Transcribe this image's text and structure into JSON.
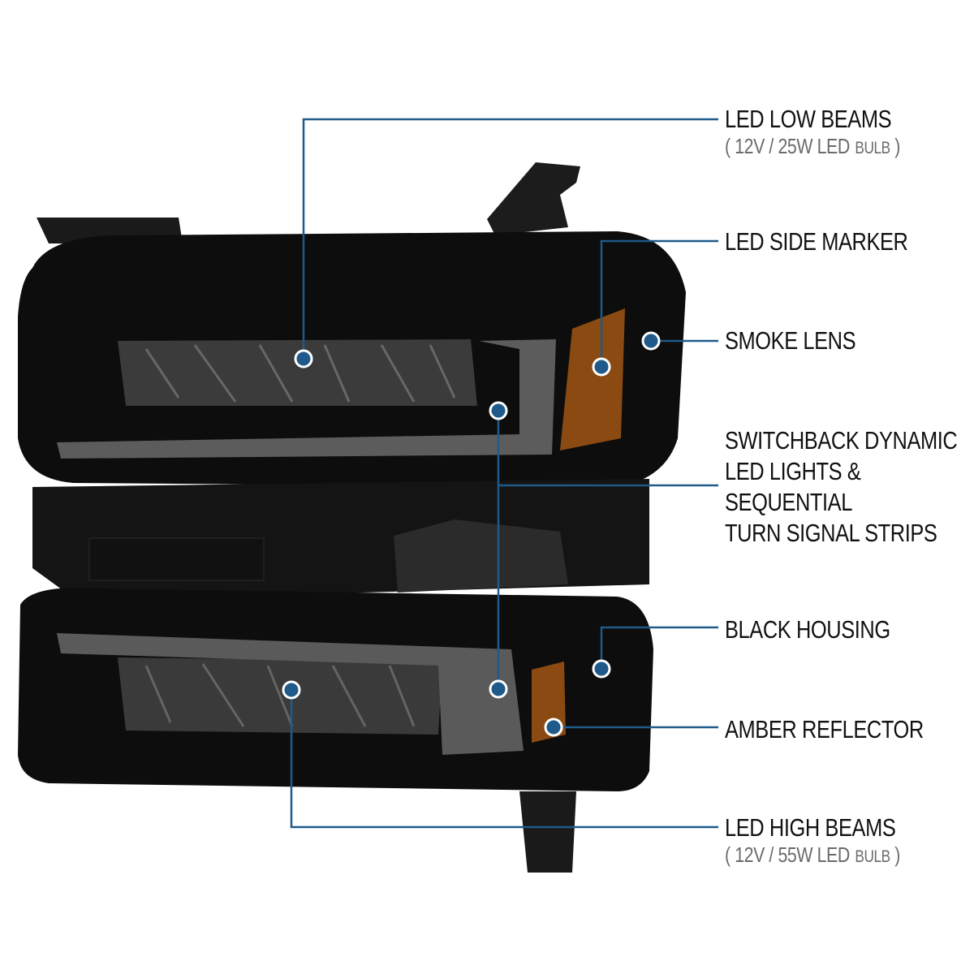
{
  "colors": {
    "callout_line": "#1f5a8a",
    "dot": "#1f5a8a",
    "housing": "#0d0d0d",
    "amber": "#8a4a12"
  },
  "callouts": [
    {
      "title": "LED LOW BEAMS",
      "spec_main": "12V / 25W LED",
      "spec_unit": "BULB"
    },
    {
      "title": "LED SIDE MARKER"
    },
    {
      "title": "SMOKE LENS"
    },
    {
      "lines": [
        "SWITCHBACK DYNAMIC",
        "LED LIGHTS &",
        "SEQUENTIAL",
        "TURN SIGNAL STRIPS"
      ]
    },
    {
      "title": "BLACK HOUSING"
    },
    {
      "title": "AMBER REFLECTOR"
    },
    {
      "title": "LED HIGH BEAMS",
      "spec_main": "12V / 55W LED",
      "spec_unit": "BULB"
    }
  ]
}
